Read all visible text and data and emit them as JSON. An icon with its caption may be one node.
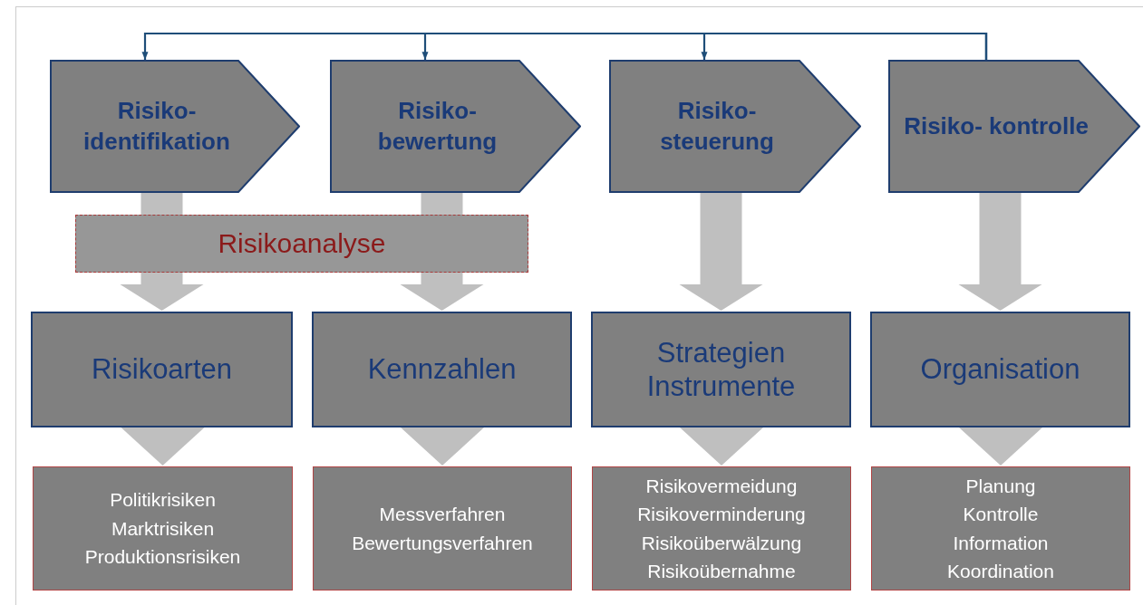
{
  "diagram": {
    "nodes": [
      {
        "text": [
          "Risiko- identifikation"
        ]
      },
      {
        "text": [
          "Risiko- bewertung"
        ]
      },
      {
        "text": [
          "Risiko- steuerung"
        ]
      },
      {
        "text": [
          "Risiko- kontrolle"
        ]
      },
      {
        "text": [
          "Risikoanalyse"
        ]
      },
      {
        "text": [
          "Risikoarten"
        ]
      },
      {
        "text": [
          "Kennzahlen"
        ]
      },
      {
        "text": [
          "Strategien Instrumente"
        ]
      },
      {
        "text": [
          "Organisation"
        ]
      },
      {
        "text": [
          "Politikrisiken",
          "Marktrisiken",
          "Produktionsrisiken"
        ]
      },
      {
        "text": [
          "Messverfahren",
          "Bewertungsverfahren"
        ]
      },
      {
        "text": [
          "Risikovermeidung",
          "Risikoverminderung",
          "Risikoüberwälzung",
          "Risikoübernahme"
        ]
      },
      {
        "text": [
          "Planung",
          "Kontrolle",
          "Information",
          "Koordination"
        ]
      }
    ],
    "edges": [
      {
        "from": 3,
        "to": 0,
        "arrow": "to",
        "color": "#1f4e79"
      },
      {
        "from": 3,
        "to": 1,
        "arrow": "to",
        "color": "#1f4e79"
      },
      {
        "from": 3,
        "to": 2,
        "arrow": "to",
        "color": "#1f4e79"
      },
      {
        "from": 0,
        "to": 5,
        "arrow": "to",
        "style": "thick"
      },
      {
        "from": 1,
        "to": 6,
        "arrow": "to",
        "style": "thick"
      },
      {
        "from": 2,
        "to": 7,
        "arrow": "to",
        "style": "thick"
      },
      {
        "from": 3,
        "to": 8,
        "arrow": "to",
        "style": "thick"
      },
      {
        "from": 5,
        "to": 9,
        "arrow": "to",
        "style": "thick"
      },
      {
        "from": 6,
        "to": 10,
        "arrow": "to",
        "style": "thick"
      },
      {
        "from": 7,
        "to": 11,
        "arrow": "to",
        "style": "thick"
      },
      {
        "from": 8,
        "to": 12,
        "arrow": "to",
        "style": "thick"
      }
    ]
  }
}
